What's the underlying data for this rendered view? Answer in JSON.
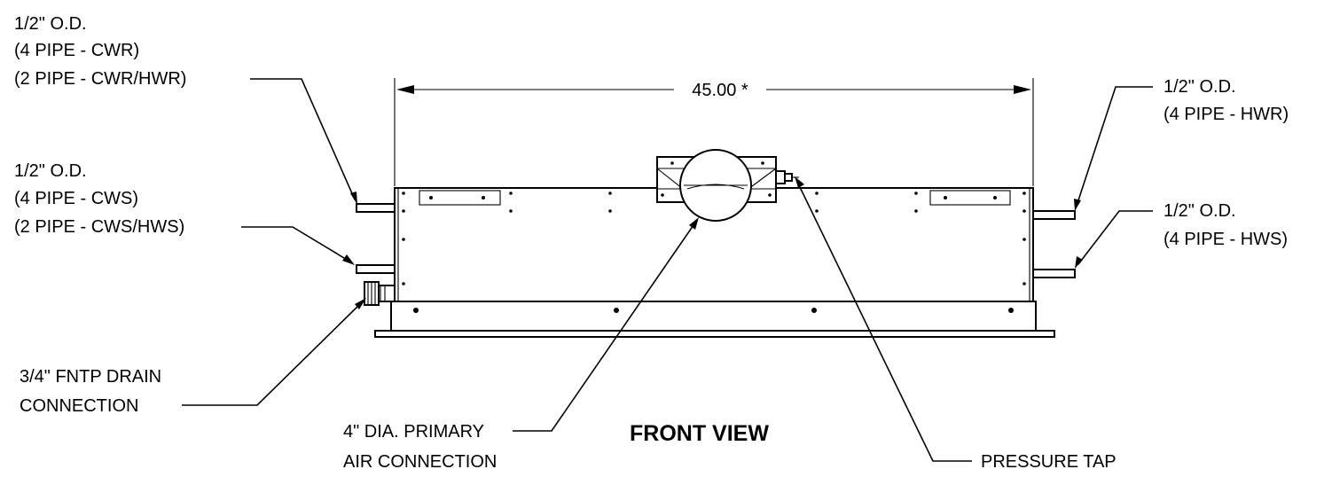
{
  "dimension": {
    "width_value": "45.00 *"
  },
  "view_title": "FRONT VIEW",
  "callouts": {
    "left_return": [
      "1/2\" O.D.",
      "(4 PIPE - CWR)",
      "(2 PIPE - CWR/HWR)"
    ],
    "left_supply": [
      "1/2\" O.D.",
      "(4 PIPE - CWS)",
      "(2 PIPE - CWS/HWS)"
    ],
    "drain": [
      "3/4\" FNTP DRAIN",
      "CONNECTION"
    ],
    "primary_air": [
      "4\" DIA. PRIMARY",
      "AIR CONNECTION"
    ],
    "right_return": [
      "1/2\" O.D.",
      "(4 PIPE - HWR)"
    ],
    "right_supply": [
      "1/2\" O.D.",
      "(4 PIPE - HWS)"
    ],
    "pressure_tap": [
      "PRESSURE TAP"
    ]
  }
}
